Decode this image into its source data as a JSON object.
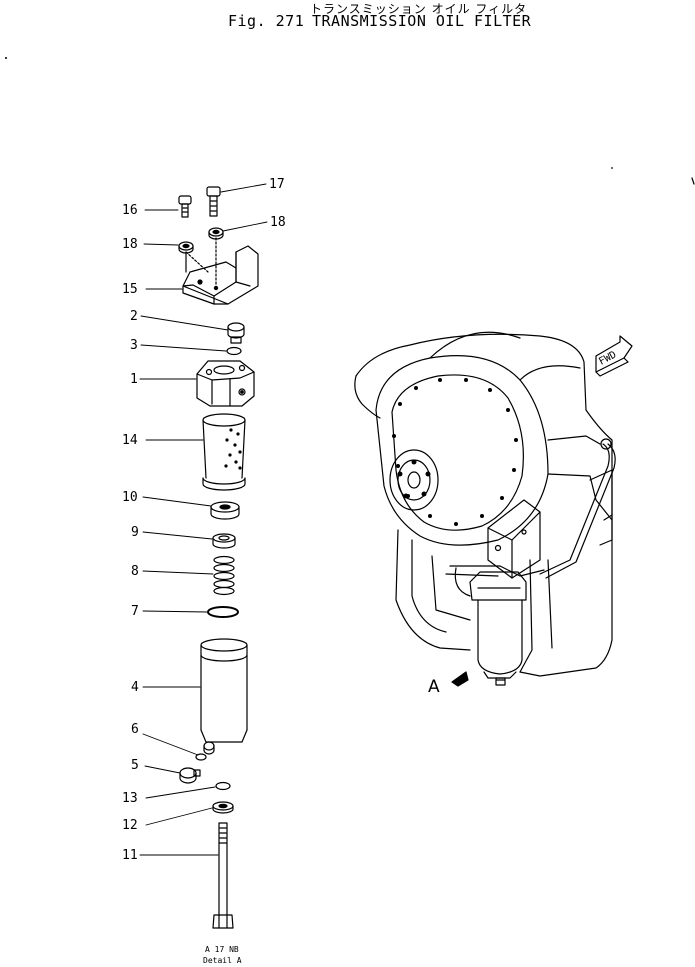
{
  "header": {
    "japanese_title": "トランスミッション オイル フィルタ",
    "figure_number": "Fig. 271",
    "figure_title": "TRANSMISSION OIL FILTER"
  },
  "callouts": [
    "17",
    "16",
    "18",
    "18",
    "15",
    "2",
    "3",
    "1",
    "14",
    "10",
    "9",
    "8",
    "7",
    "4",
    "6",
    "5",
    "13",
    "12",
    "11"
  ],
  "direction_label": "FWD",
  "view_marker": "A",
  "detail_caption": {
    "line1": "A 17 NB",
    "line2": "Detail A"
  }
}
